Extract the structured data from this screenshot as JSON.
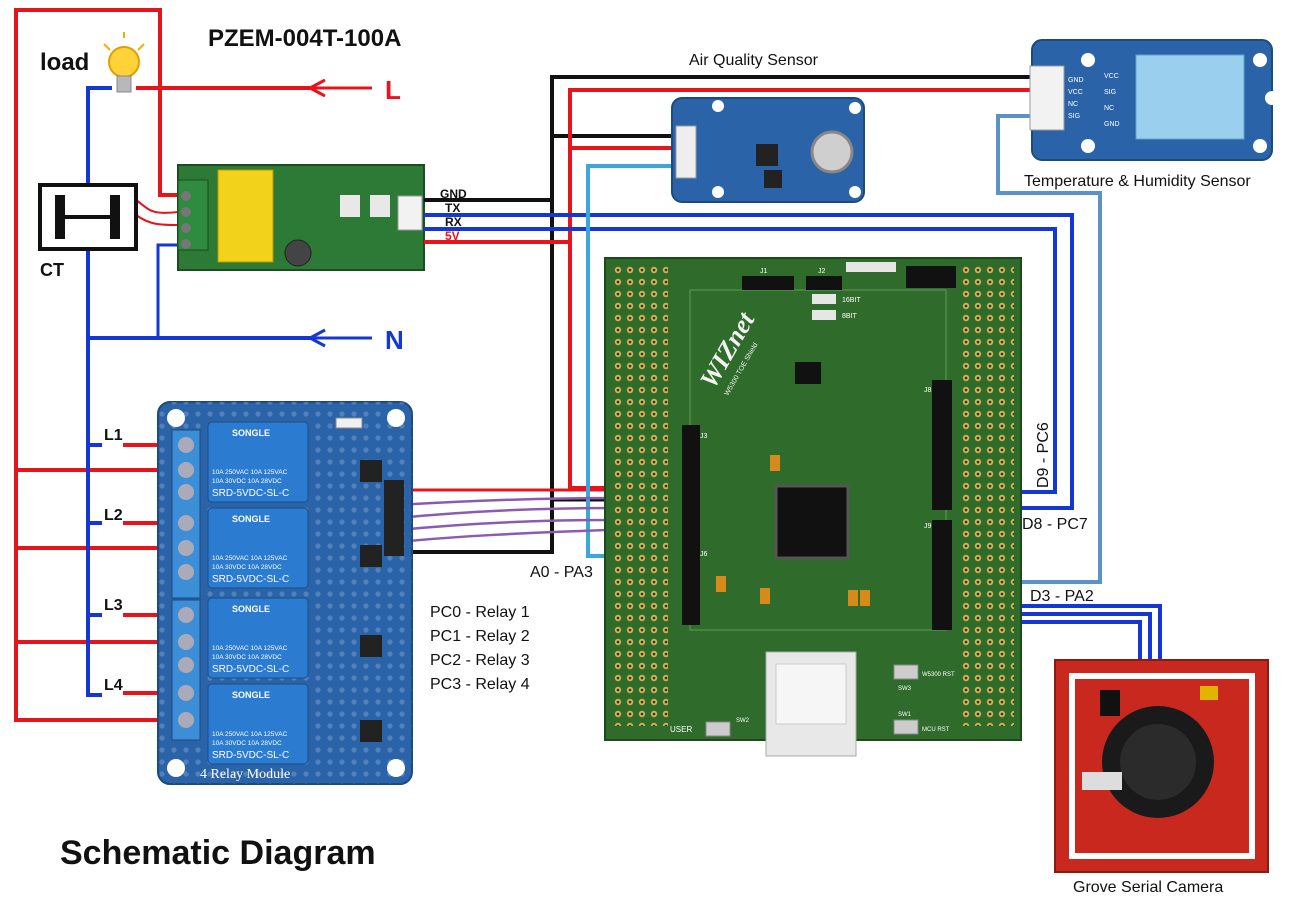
{
  "title": "Schematic Diagram",
  "meter": {
    "model": "PZEM-004T-100A",
    "pins": [
      "GND",
      "TX",
      "RX",
      "5V"
    ]
  },
  "power": {
    "load": "load",
    "line": "L",
    "neutral": "N",
    "ct": "CT"
  },
  "relay_module": {
    "label": "4 Relay Module",
    "brand": "SONGLE",
    "relay_text_1": "10A 250VAC  10A 125VAC",
    "relay_text_2": "10A  30VDC  10A  28VDC",
    "relay_part": "SRD-5VDC-SL-C",
    "channels": [
      "L1",
      "L2",
      "L3",
      "L4"
    ]
  },
  "relay_pin_map": [
    "PC0 - Relay 1",
    "PC1 - Relay 2",
    "PC2 - Relay 3",
    "PC3 - Relay 4"
  ],
  "board": {
    "brand": "WIZnet",
    "subtitle": "W5300 TOE Shield",
    "buttons": [
      "USER",
      "SW2",
      "SW3",
      "W5300 RST",
      "SW1",
      "MCU RST"
    ],
    "headers": [
      "J1",
      "J2",
      "J3",
      "J6",
      "J8",
      "J9"
    ],
    "bits": [
      "16BIT",
      "8BIT"
    ]
  },
  "air_sensor": {
    "label": "Air Quality Sensor"
  },
  "th_sensor": {
    "label": "Temperature & Humidity Sensor",
    "pins_left": [
      "GND",
      "VCC",
      "NC",
      "SIG"
    ],
    "pins_right": [
      "VCC",
      "SIG",
      "NC",
      "GND"
    ]
  },
  "camera": {
    "label": "Grove Serial Camera"
  },
  "pin_labels": {
    "a0": "A0 - PA3",
    "d9": "D9 - PC6",
    "d8": "D8 - PC7",
    "d3": "D3 - PA2"
  },
  "colors": {
    "red": "#e8141b",
    "blue": "#1437d6",
    "black": "#111111",
    "purple": "#8a5bb0",
    "lightblue": "#3aa6dc",
    "steelblue": "#5b92c8",
    "pcb_green": "#2f6b2a",
    "pcb_blue": "#2a63a8",
    "camera_red": "#c8281e"
  }
}
